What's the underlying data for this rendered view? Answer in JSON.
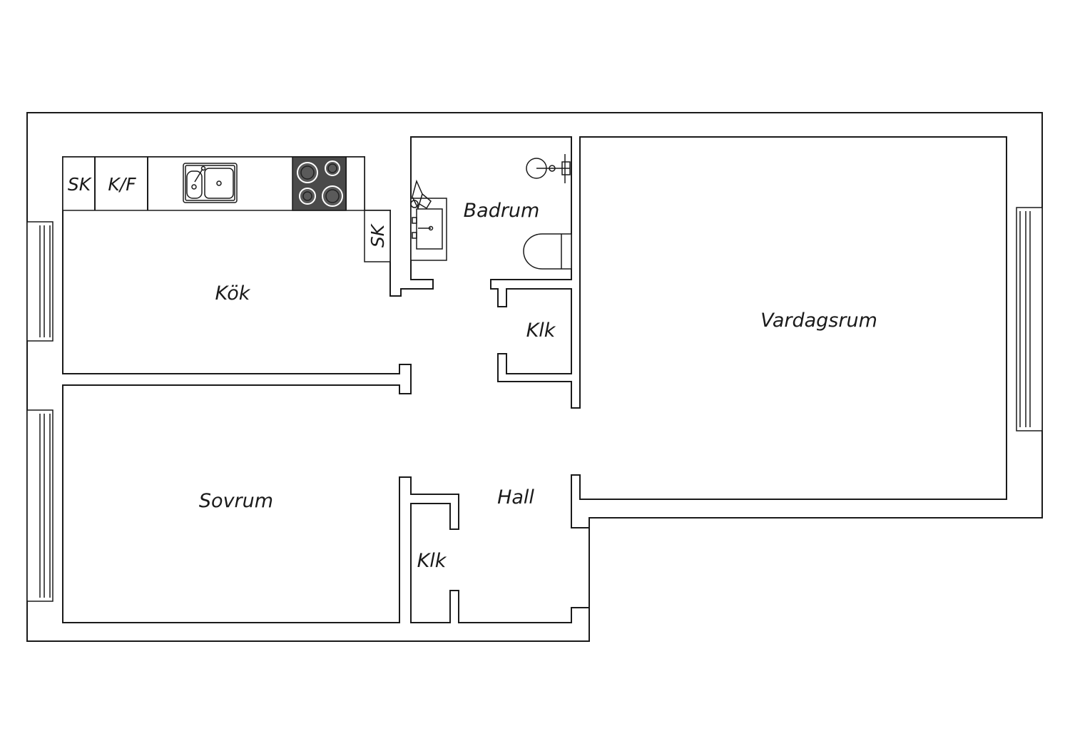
{
  "rooms": {
    "kitchen": "Kök",
    "bathroom": "Badrum",
    "living_room": "Vardagsrum",
    "bedroom": "Sovrum",
    "hall": "Hall",
    "closet_1": "Klk",
    "closet_2": "Klk"
  },
  "units": {
    "cabinet_1": "SK",
    "fridge_freezer": "K/F",
    "cabinet_2": "SK"
  },
  "colors": {
    "wall_stroke": "#1a1a1a",
    "background": "#ffffff",
    "stove": "#4a4a4a"
  },
  "icons": [
    "sink-icon",
    "stove-icon",
    "washbasin-icon",
    "shower-icon",
    "toilet-icon",
    "window-icon"
  ]
}
